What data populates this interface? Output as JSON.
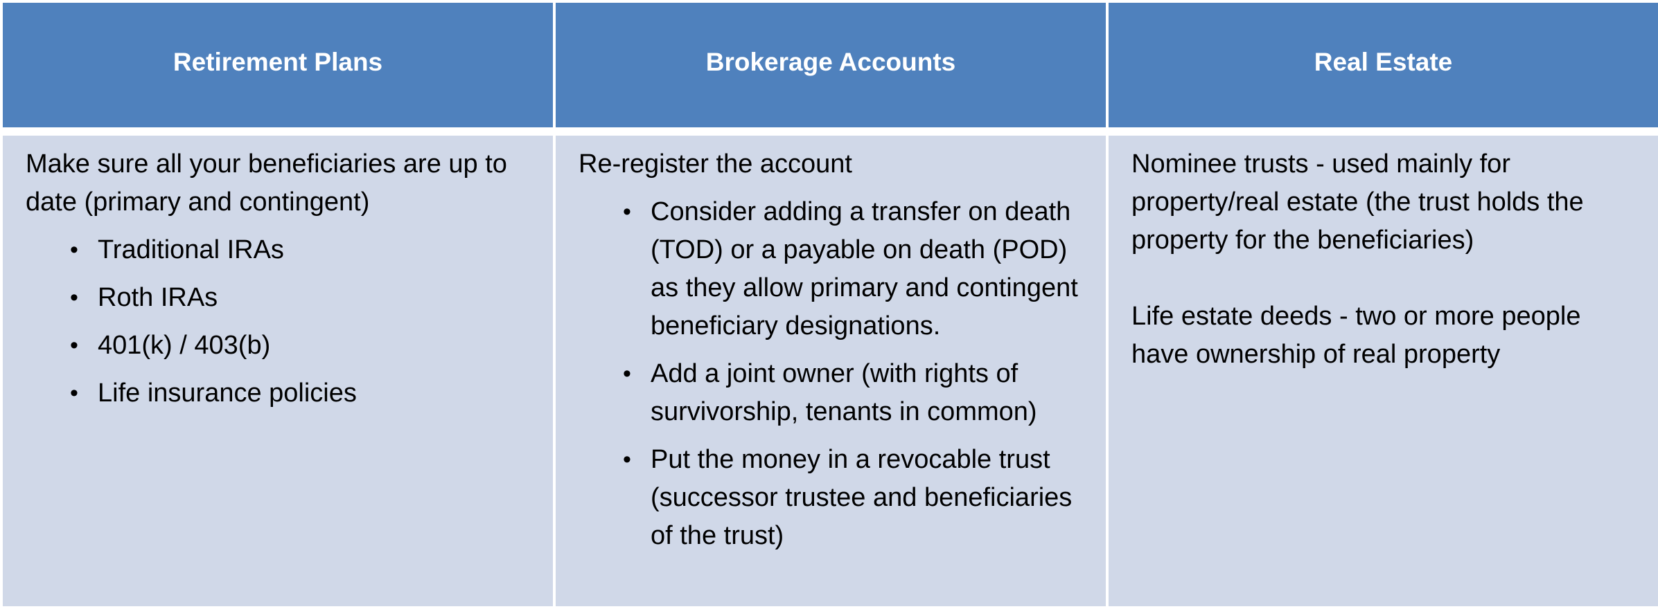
{
  "headers": [
    "Retirement Plans",
    "Brokerage Accounts",
    "Real Estate"
  ],
  "retirement": {
    "intro": "Make sure all your beneficiaries are up to date (primary and contingent)",
    "bullets": [
      "Traditional IRAs",
      "Roth IRAs",
      "401(k) / 403(b)",
      "Life insurance policies"
    ]
  },
  "brokerage": {
    "intro": "Re-register the account",
    "bullets": [
      "Consider adding a transfer on death (TOD) or a payable on death (POD) as they allow primary and contingent beneficiary designations.",
      "Add a joint owner (with rights of survivorship, tenants in common)",
      "Put the money in a revocable trust (successor trustee and beneficiaries of the trust)"
    ]
  },
  "real_estate": {
    "paragraphs": [
      "Nominee trusts - used mainly for property/real estate (the trust holds the property for the beneficiaries)",
      "Life estate deeds - two or more people have ownership of real property"
    ]
  },
  "colors": {
    "header_bg": "#4f81bd",
    "body_bg": "#d0d8e8"
  },
  "bullet_glyph": "•"
}
